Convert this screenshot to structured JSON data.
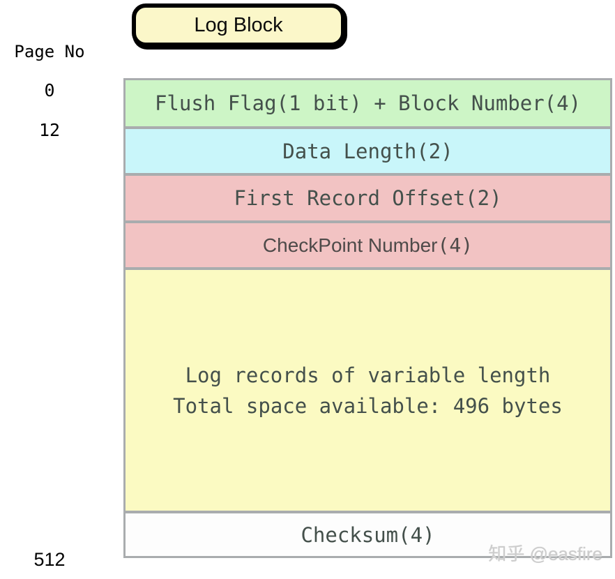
{
  "diagram": {
    "title": "Log Block",
    "axis_label": "Page No",
    "page_markers": [
      "0",
      "12",
      "512"
    ],
    "watermark": "知乎 @easfire"
  },
  "block": {
    "rows": [
      {
        "label": "Flush Flag(1 bit) + Block Number(4)",
        "bg": "#cdf5c6"
      },
      {
        "label": "Data Length(2)",
        "bg": "#c9f6fa"
      },
      {
        "label": "First Record Offset(2)",
        "bg": "#f2c3c3"
      },
      {
        "label_sans": "CheckPoint Number",
        "label_mono": "(4)",
        "bg": "#f2c3c3"
      },
      {
        "line1": "Log records of variable length",
        "line2": "Total space available: 496 bytes",
        "bg": "#fbfac2"
      },
      {
        "label": "Checksum(4)",
        "bg": "#fdfdfd"
      }
    ]
  },
  "colors": {
    "title_bg": "#fbf7c9",
    "title_border": "#000000",
    "table_border": "#a9acae",
    "row_text": "#44504b",
    "green": "#cdf5c6",
    "cyan": "#c9f6fa",
    "pink": "#f2c3c3",
    "yellow": "#fbfac2",
    "white_row": "#fdfdfd",
    "watermark_gray": "#cccccc"
  }
}
